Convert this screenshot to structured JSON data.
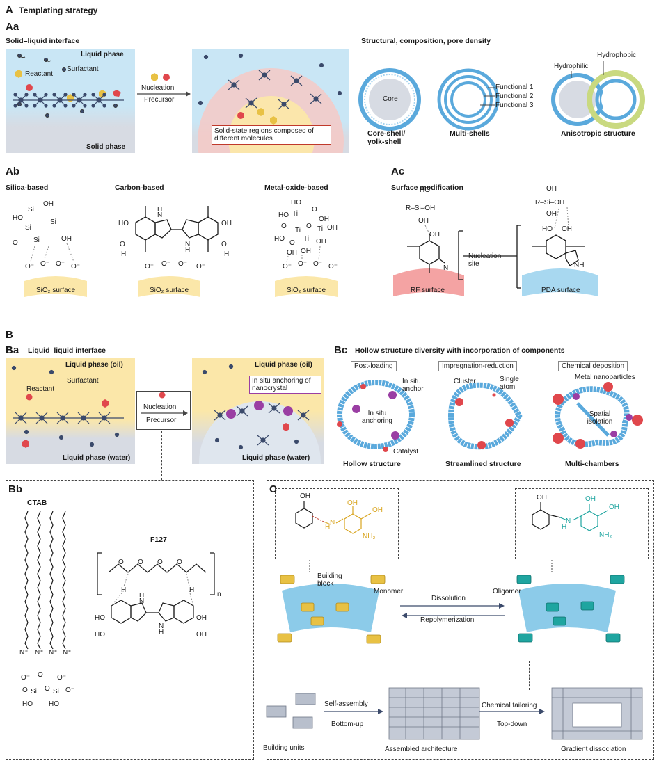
{
  "A": {
    "letter": "A",
    "title": "Templating strategy",
    "Aa": {
      "letter": "Aa",
      "subtitle": "Solid–liquid interface",
      "liquid_phase": "Liquid phase",
      "solid_phase": "Solid phase",
      "reactant": "Reactant",
      "surfactant": "Surfactant",
      "nucleation": "Nucleation",
      "precursor": "Precursor",
      "solid_state_note": "Solid-state regions composed of different molecules",
      "right_title": "Structural, composition, pore density",
      "core": "Core",
      "core_shell": "Core-shell/ yolk-shell",
      "multi_shells": "Multi-shells",
      "functional_1": "Functional 1",
      "functional_2": "Functional 2",
      "functional_3": "Functional 3",
      "hydrophilic": "Hydrophilic",
      "hydrophobic": "Hydrophobic",
      "anisotropic": "Anisotropic structure"
    },
    "Ab": {
      "letter": "Ab",
      "silica": "Silica-based",
      "carbon": "Carbon-based",
      "metal_oxide": "Metal-oxide-based",
      "surface": "SiO₂ surface"
    },
    "Ac": {
      "letter": "Ac",
      "title": "Surface modification",
      "nucleation_site": "Nucleation site",
      "rf_surface": "RF surface",
      "pda_surface": "PDA surface"
    }
  },
  "B": {
    "letter": "B",
    "Ba": {
      "letter": "Ba",
      "title": "Liquid–liquid interface",
      "oil": "Liquid phase (oil)",
      "water": "Liquid phase (water)",
      "reactant": "Reactant",
      "surfactant": "Surfactant",
      "nucleation": "Nucleation",
      "precursor": "Precursor",
      "anchoring": "In situ anchoring of nanocrystal"
    },
    "Bc": {
      "letter": "Bc",
      "title": "Hollow structure diversity with incorporation of components",
      "post_loading": "Post-loading",
      "impregnation": "Impregnation-reduction",
      "chemical_deposition": "Chemical deposition",
      "in_situ_anchor": "In situ anchor",
      "in_situ_anchoring": "In situ anchoring",
      "catalyst": "Catalyst",
      "cluster": "Cluster",
      "single_atom": "Single atom",
      "metal_np": "Metal nanoparticles",
      "spatial_isolation": "Spatial isolation",
      "hollow": "Hollow structure",
      "streamlined": "Streamlined structure",
      "multi_chambers": "Multi-chambers"
    },
    "Bb": {
      "letter": "Bb",
      "ctab": "CTAB",
      "f127": "F127"
    }
  },
  "C": {
    "letter": "C",
    "building_block": "Building block",
    "monomer": "Monomer",
    "oligomer": "Oligomer",
    "dissolution": "Dissolution",
    "repolymerization": "Repolymerization",
    "self_assembly": "Self-assembly",
    "bottom_up": "Bottom-up",
    "chemical_tailoring": "Chemical tailoring",
    "top_down": "Top-down",
    "building_units": "Building units",
    "assembled": "Assembled architecture",
    "gradient": "Gradient dissociation"
  },
  "colors": {
    "liquid_blue": "#c9e6f5",
    "oil_yellow": "#fbe7a9",
    "solid_gray": "#d7dbe3",
    "shell_blue": "#5aa9dc",
    "chamber_blue": "#8ccbe9",
    "monomer_gold": "#e8c144",
    "oligomer_teal": "#1fa5a0",
    "np_red": "#e0474c",
    "purple": "#9a3ea3"
  }
}
